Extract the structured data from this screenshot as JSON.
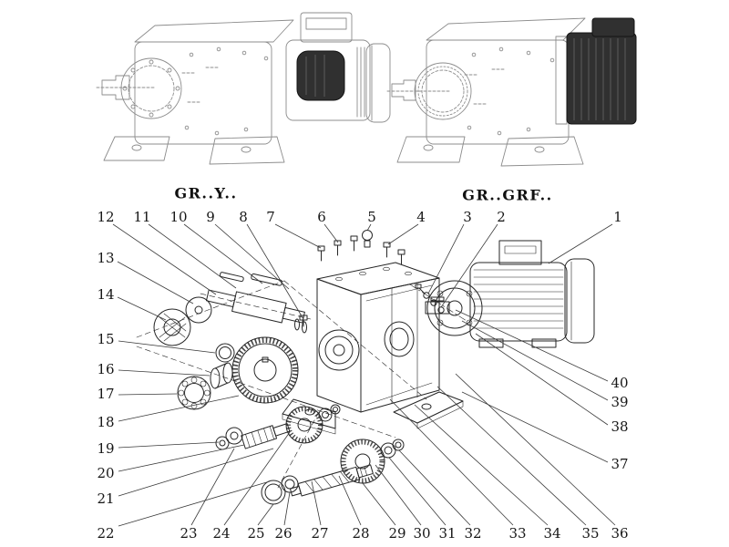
{
  "style": {
    "ink": "#262626",
    "paper": "#ffffff"
  },
  "variants": {
    "left_label": "GR..Y..",
    "right_label": "GR..GRF.."
  },
  "callouts": {
    "top": [
      "12",
      "11",
      "10",
      "9",
      "8",
      "7",
      "6",
      "5",
      "4",
      "3",
      "2",
      "1"
    ],
    "left": [
      "13",
      "14",
      "15",
      "16",
      "17",
      "18",
      "19",
      "20",
      "21",
      "22"
    ],
    "bottom": [
      "23",
      "24",
      "25",
      "26",
      "27",
      "28",
      "29",
      "30",
      "31",
      "32",
      "33",
      "34",
      "35",
      "36"
    ],
    "right": [
      "40",
      "39",
      "38",
      "37"
    ]
  }
}
